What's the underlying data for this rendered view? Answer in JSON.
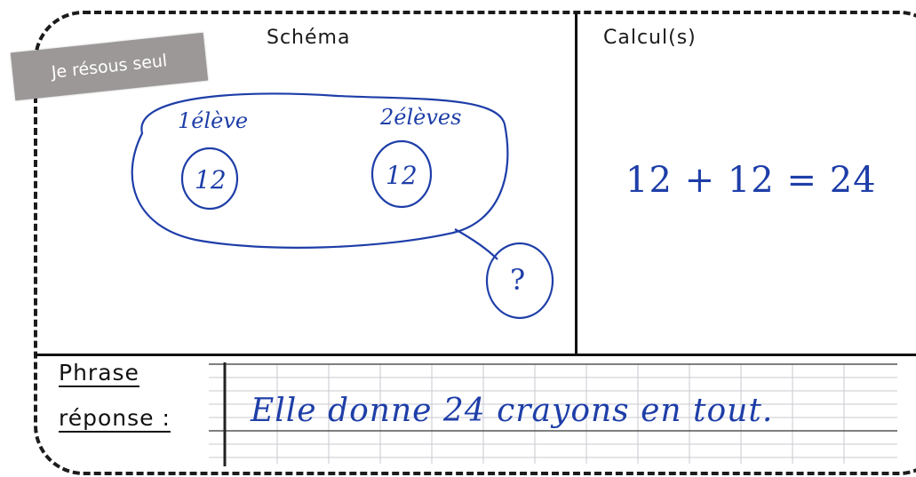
{
  "badge": {
    "label": "Je résous seul"
  },
  "headers": {
    "schema": "Schéma",
    "calcul": "Calcul(s)"
  },
  "schema": {
    "group1_label": "1élève",
    "group1_value": "12",
    "group2_label": "2élèves",
    "group2_value": "12",
    "unknown": "?"
  },
  "calcul": {
    "expression": "12 + 12 = 24"
  },
  "answer": {
    "label_line1": "Phrase",
    "label_line2": "réponse :",
    "sentence": "Elle donne 24 crayons en tout."
  },
  "colors": {
    "ink": "#1e3ea8",
    "line": "#111111",
    "badge": "#9c9898"
  }
}
